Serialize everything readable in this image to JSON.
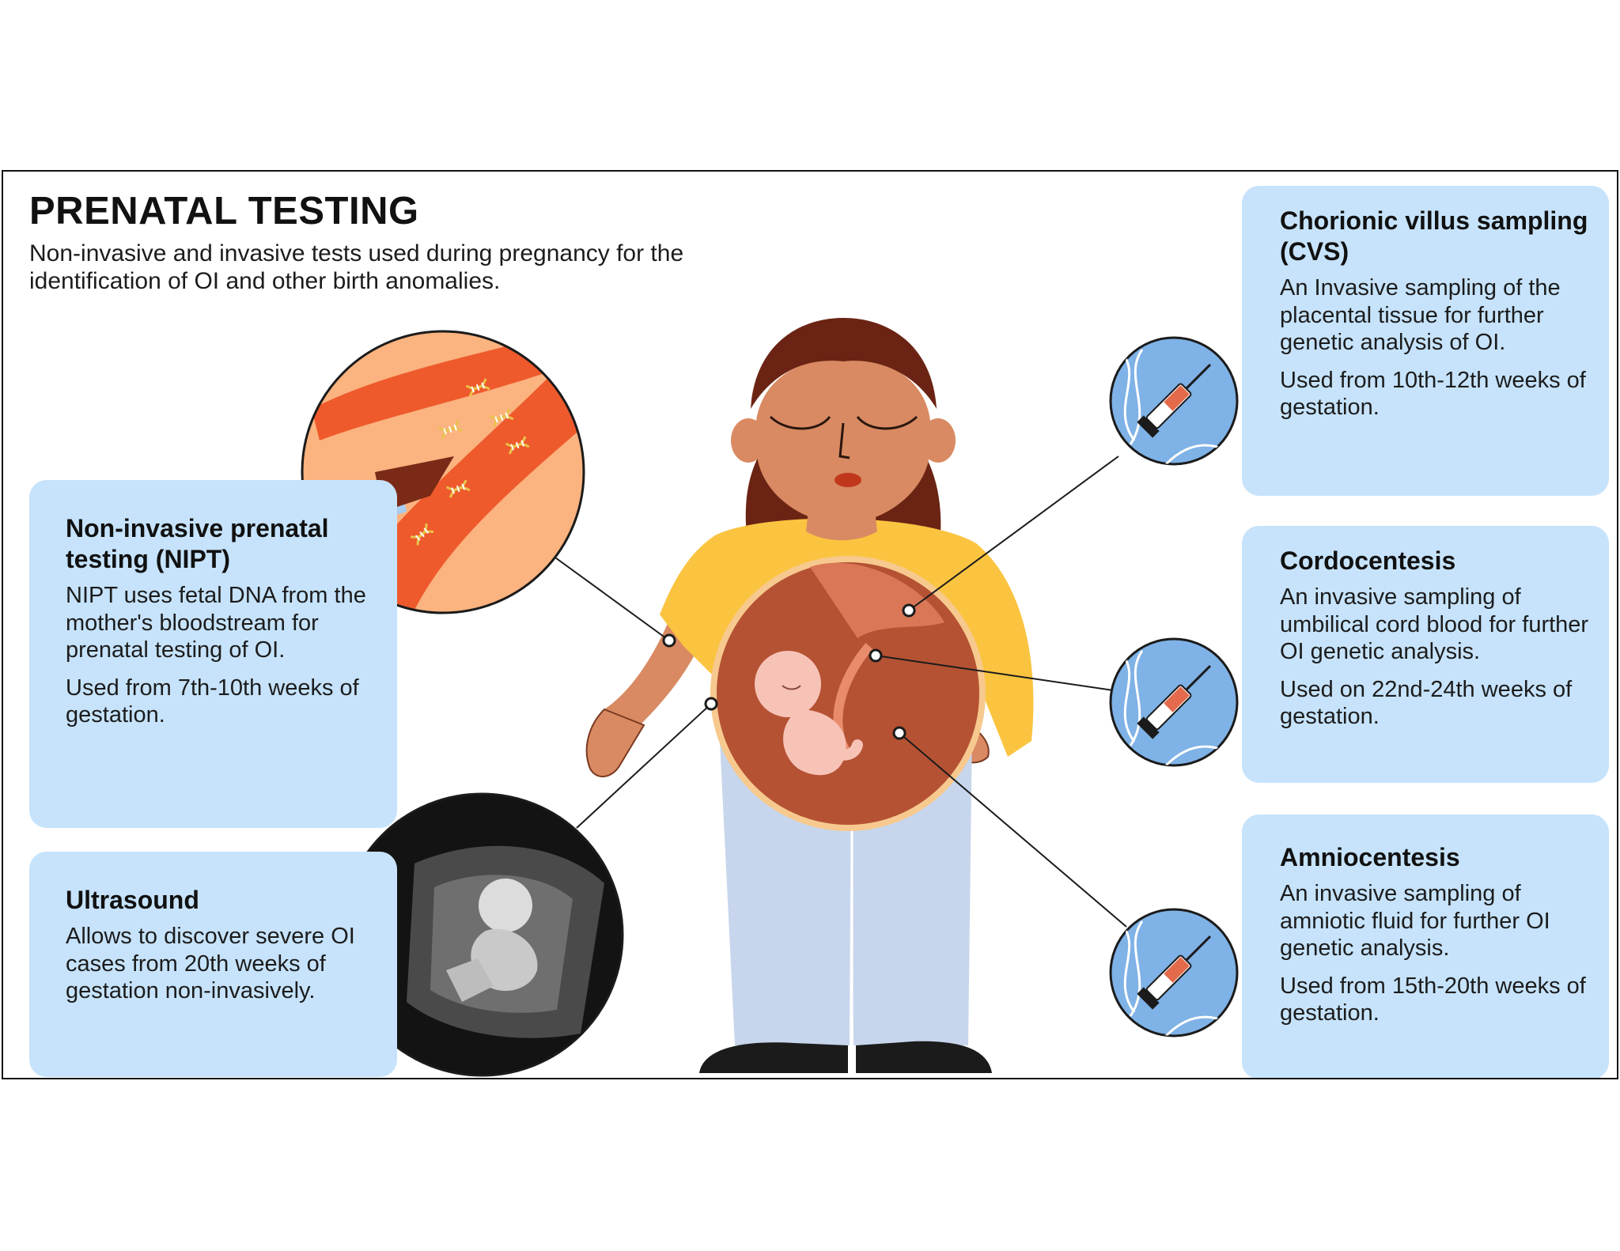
{
  "header": {
    "title": "PRENATAL TESTING",
    "subtitle": "Non-invasive and invasive tests used during pregnancy for the identification of OI and other birth anomalies."
  },
  "tests": {
    "nipt": {
      "title": "Non-invasive prenatal testing (NIPT)",
      "description": "NIPT uses fetal DNA from the mother's bloodstream for prenatal testing of OI.",
      "usage": "Used from 7th-10th weeks of gestation."
    },
    "ultrasound": {
      "title": "Ultrasound",
      "description": "Allows to discover severe OI cases from 20th weeks of gestation non-invasively."
    },
    "cvs": {
      "title": "Chorionic villus sampling (CVS)",
      "description": "An Invasive sampling of the placental tissue for further genetic analysis of OI.",
      "usage": "Used from 10th-12th weeks of gestation."
    },
    "cordocentesis": {
      "title": "Cordocentesis",
      "description": "An invasive sampling of umbilical cord blood for further OI genetic analysis.",
      "usage": "Used on 22nd-24th weeks of gestation."
    },
    "amniocentesis": {
      "title": "Amniocentesis",
      "description": "An invasive sampling of amniotic fluid for further OI genetic analysis.",
      "usage": "Used from 15th-20th weeks of gestation."
    }
  },
  "colors": {
    "box_background": "#c6e3fb",
    "shirt": "#fbc440",
    "skin": "#d98a62",
    "hair": "#6b2414",
    "womb": "#b55234",
    "pants": "#c7d6ec",
    "blood_vessel": "#ee5a2c",
    "icon_circle": "#7fb2e6"
  },
  "icons": [
    "dna-syringe-icon",
    "blood-vessel-dna-icon",
    "ultrasound-scan-icon"
  ]
}
